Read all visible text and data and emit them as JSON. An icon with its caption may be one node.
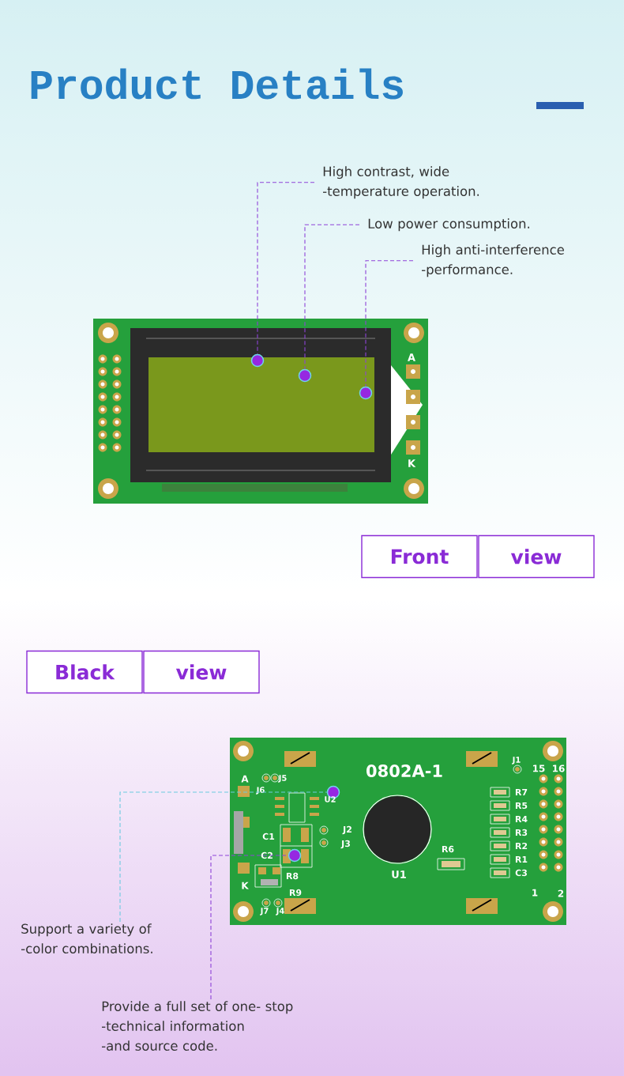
{
  "diagram": {
    "title": "Product Details",
    "nodes": [
      {
        "text": [
          "High contrast, wide -temperature operation."
        ]
      },
      {
        "text": [
          "Low power consumption."
        ]
      },
      {
        "text": [
          "High anti-interference -performance."
        ]
      },
      {
        "text": [],
        "shape": "circle"
      },
      {
        "text": [],
        "shape": "circle"
      },
      {
        "text": [],
        "shape": "circle"
      },
      {
        "text": [
          "Front"
        ]
      },
      {
        "text": [
          "view"
        ]
      },
      {
        "text": [
          "Black"
        ]
      },
      {
        "text": [
          "view"
        ]
      },
      {
        "text": [],
        "shape": "circle"
      },
      {
        "text": [],
        "shape": "circle"
      },
      {
        "text": [
          "Support a variety of -color combinations."
        ]
      },
      {
        "text": [
          "Provide a full set of one- stop -technical information -and source code."
        ]
      }
    ],
    "edges": [
      {
        "from": 0,
        "to": 3,
        "arrow": "none",
        "style": "dashed"
      },
      {
        "from": 1,
        "to": 4,
        "arrow": "none",
        "style": "dashed"
      },
      {
        "from": 2,
        "to": 5,
        "arrow": "none",
        "style": "dashed"
      },
      {
        "from": 12,
        "to": 10,
        "arrow": "none",
        "style": "dashed",
        "color": "#6ccbe0"
      },
      {
        "from": 13,
        "to": 11,
        "arrow": "none",
        "style": "dashed"
      }
    ],
    "labels": [
      "A",
      "K",
      "J1",
      "15",
      "16",
      "0802A-1",
      "A",
      "J5",
      "J6",
      "R7",
      "U2",
      "R5",
      "R4",
      "J2",
      "R3",
      "C1",
      "J3",
      "R2",
      "R6",
      "C2",
      "R1",
      "C3",
      "U1",
      "R8",
      "K",
      "R9",
      "1",
      "2",
      "J7",
      "J4"
    ]
  }
}
